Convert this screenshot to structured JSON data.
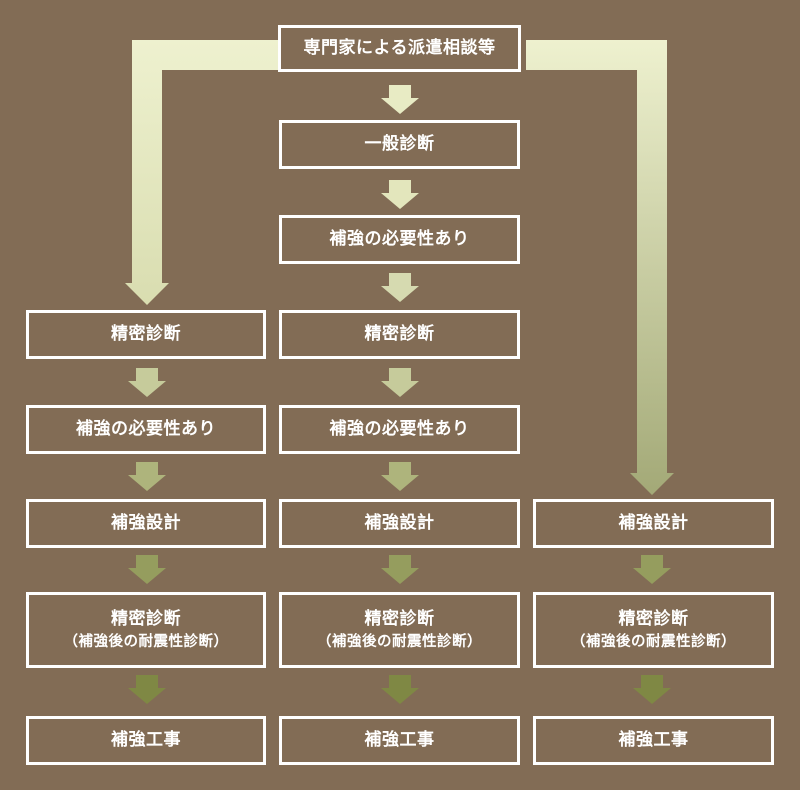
{
  "top": {
    "label": "専門家による派遣相談等"
  },
  "center": {
    "general_diagnosis": "一般診断",
    "need_1": "補強の必要性あり",
    "precise_diagnosis": "精密診断",
    "need_2": "補強の必要性あり",
    "design": "補強設計",
    "post_diagnosis": "精密診断",
    "post_diagnosis_note": "（補強後の耐震性診断）",
    "work": "補強工事"
  },
  "left": {
    "precise_diagnosis": "精密診断",
    "need": "補強の必要性あり",
    "design": "補強設計",
    "post_diagnosis": "精密診断",
    "post_diagnosis_note": "（補強後の耐震性診断）",
    "work": "補強工事"
  },
  "right": {
    "design": "補強設計",
    "post_diagnosis": "精密診断",
    "post_diagnosis_note": "（補強後の耐震性診断）",
    "work": "補強工事"
  },
  "colors": {
    "background": "#826c55",
    "box_border": "#ffffff",
    "arrow_light": "#e9ecc6",
    "arrow_dark": "#7d8642"
  }
}
